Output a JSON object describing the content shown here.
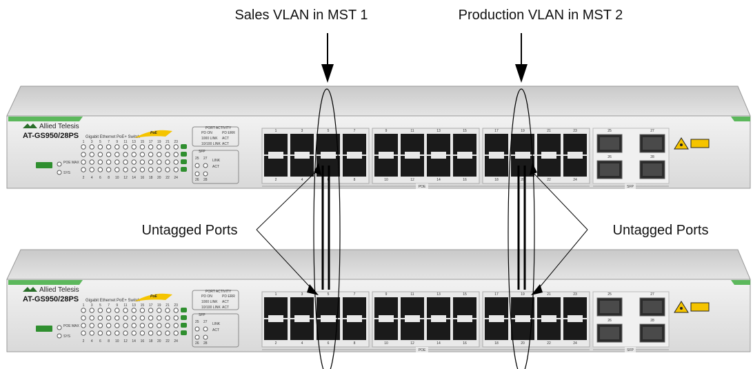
{
  "callouts": {
    "sales": "Sales VLAN in MST 1",
    "production": "Production VLAN in MST 2",
    "untagged_left": "Untagged Ports",
    "untagged_right": "Untagged Ports"
  },
  "switch": {
    "brand": "Allied Telesis",
    "model": "AT-GS950/28PS",
    "model_desc": "Gigabit Ethernet PoE+ Switch",
    "poe_badge": "PoE",
    "port_activity": "PORT ACTIVITY",
    "sfp_panel": "SFP",
    "poe_group_label": "POE",
    "sfp_group_label": "SFP",
    "led_legend": [
      "PD ON",
      "PD ERR",
      "1000 LINK",
      "ACT",
      "10/100 LINK",
      "ACT"
    ],
    "sfp_legend": [
      "LINK",
      "ACT"
    ],
    "status_leds": [
      "POE MAX",
      "SYS"
    ],
    "top_port_numbers": [
      "1",
      "3",
      "5",
      "7",
      "9",
      "11",
      "13",
      "15",
      "17",
      "19",
      "21",
      "23"
    ],
    "bottom_port_numbers": [
      "2",
      "4",
      "6",
      "8",
      "10",
      "12",
      "14",
      "16",
      "18",
      "20",
      "22",
      "24"
    ],
    "sfp_top_numbers": [
      "25",
      "27"
    ],
    "sfp_bottom_numbers": [
      "26",
      "28"
    ],
    "led_col_numbers_top": [
      "1",
      "3",
      "5",
      "7",
      "9",
      "11",
      "13",
      "15",
      "17",
      "19",
      "21",
      "23"
    ],
    "led_col_numbers_bottom": [
      "2",
      "4",
      "6",
      "8",
      "10",
      "12",
      "14",
      "16",
      "18",
      "20",
      "22",
      "24"
    ]
  },
  "colors": {
    "accent_green": "#5cb85c",
    "poe_yellow": "#f5c400",
    "port_black": "#1a1a1a",
    "chassis_gray": "#d8d8d8"
  }
}
